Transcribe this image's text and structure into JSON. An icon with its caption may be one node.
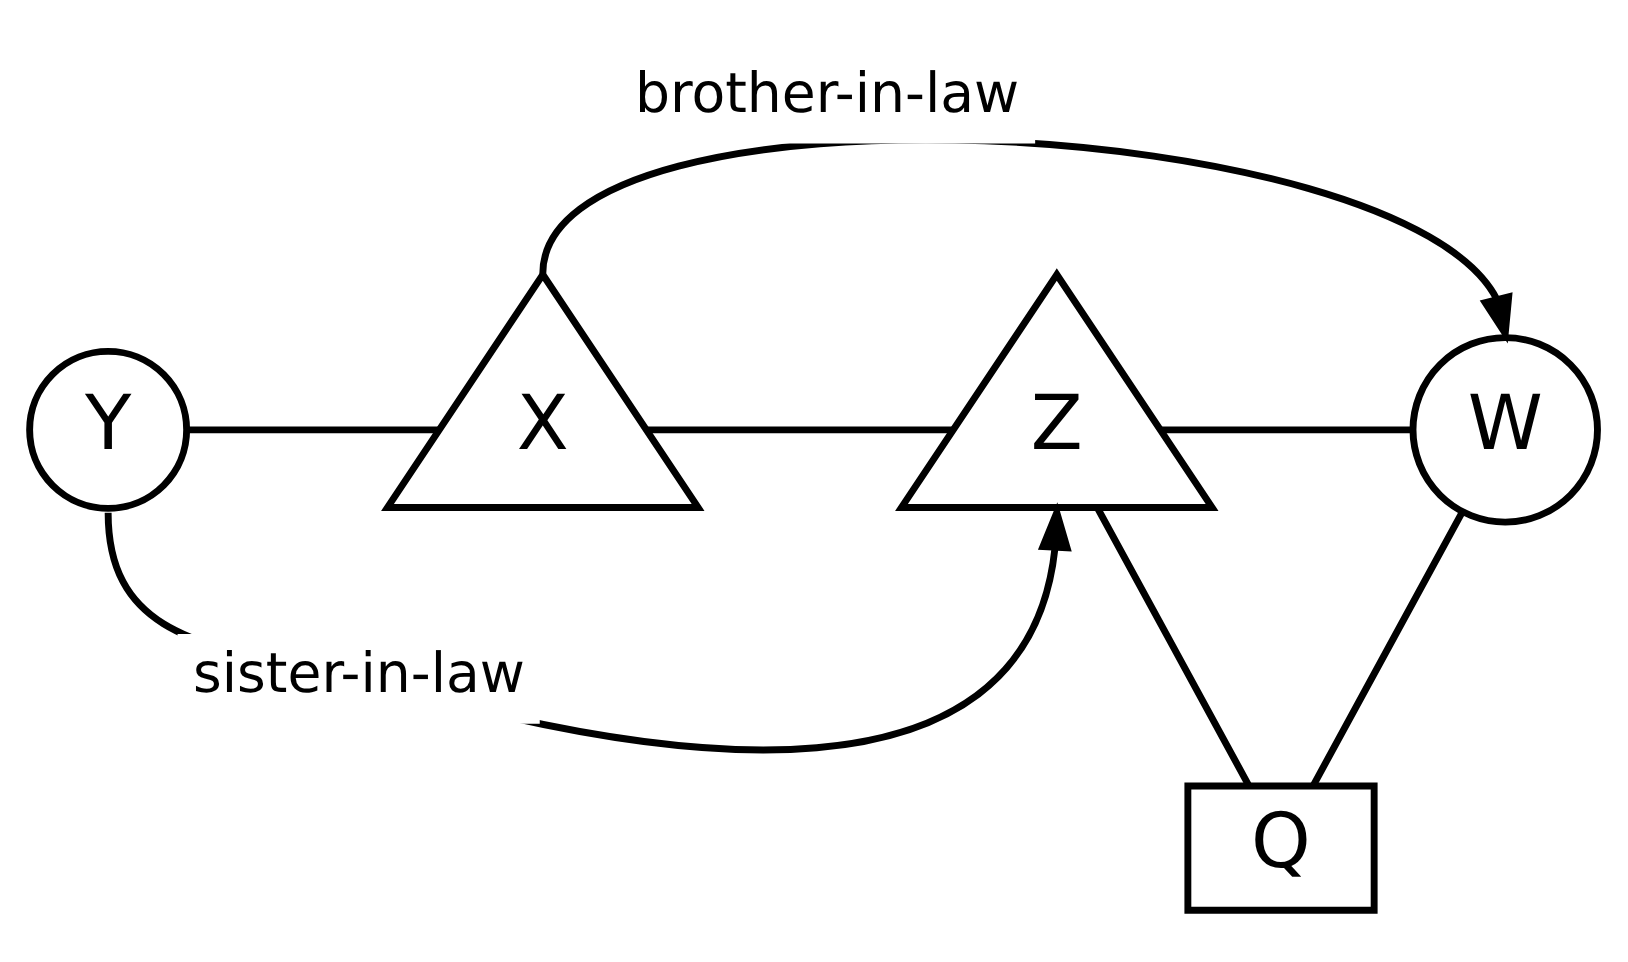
{
  "diagram": {
    "nodes": [
      {
        "text": [
          "Y"
        ]
      },
      {
        "text": [
          "X"
        ]
      },
      {
        "text": [
          "Z"
        ]
      },
      {
        "text": [
          "W"
        ]
      },
      {
        "text": [
          "Q"
        ]
      }
    ],
    "edges": [
      {
        "from": 0,
        "to": 1,
        "arrow": "none"
      },
      {
        "from": 1,
        "to": 2,
        "arrow": "none"
      },
      {
        "from": 2,
        "to": 3,
        "arrow": "none"
      },
      {
        "from": 2,
        "to": 4,
        "arrow": "none"
      },
      {
        "from": 3,
        "to": 4,
        "arrow": "none"
      },
      {
        "from": 1,
        "to": 3,
        "arrow": "to",
        "label": "brother-in-law"
      },
      {
        "from": 0,
        "to": 2,
        "arrow": "to",
        "label": "sister-in-law"
      }
    ]
  }
}
